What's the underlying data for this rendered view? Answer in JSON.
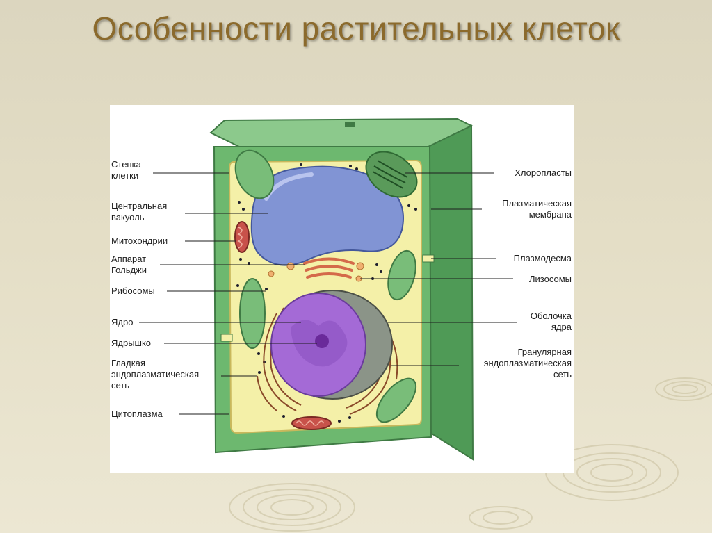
{
  "title": "Особенности растительных клеток",
  "diagram": {
    "left_labels": [
      {
        "id": "cell-wall",
        "text": "Стенка\nклетки"
      },
      {
        "id": "central-vacuole",
        "text": "Центральная\nвакуоль"
      },
      {
        "id": "mitochondria",
        "text": "Митохондрии"
      },
      {
        "id": "golgi",
        "text": "Аппарат\nГольджи"
      },
      {
        "id": "ribosomes",
        "text": "Рибосомы"
      },
      {
        "id": "nucleus",
        "text": "Ядро"
      },
      {
        "id": "nucleolus",
        "text": "Ядрышко"
      },
      {
        "id": "smooth-er",
        "text": "Гладкая\nэндоплазматическая\nсеть"
      },
      {
        "id": "cytoplasm",
        "text": "Цитоплазма"
      }
    ],
    "right_labels": [
      {
        "id": "chloroplasts",
        "text": "Хлоропласты"
      },
      {
        "id": "plasma-membrane",
        "text": "Плазматическая\nмембрана"
      },
      {
        "id": "plasmodesma",
        "text": "Плазмодесма"
      },
      {
        "id": "lysosomes",
        "text": "Лизосомы"
      },
      {
        "id": "nuclear-envelope",
        "text": "Оболочка\nядра"
      },
      {
        "id": "rough-er",
        "text": "Гранулярная\nэндоплазматическая\nсеть"
      }
    ]
  },
  "colors": {
    "background": "#e4dec6",
    "title": "#8b6a2c",
    "cell_wall": "#5aa05e",
    "cytoplasm": "#f4f0a8",
    "vacuole": "#7f8fd0",
    "nucleus": "#a46ad6",
    "chloroplast": "#7cbf7c",
    "mitochondria": "#c8524a"
  }
}
